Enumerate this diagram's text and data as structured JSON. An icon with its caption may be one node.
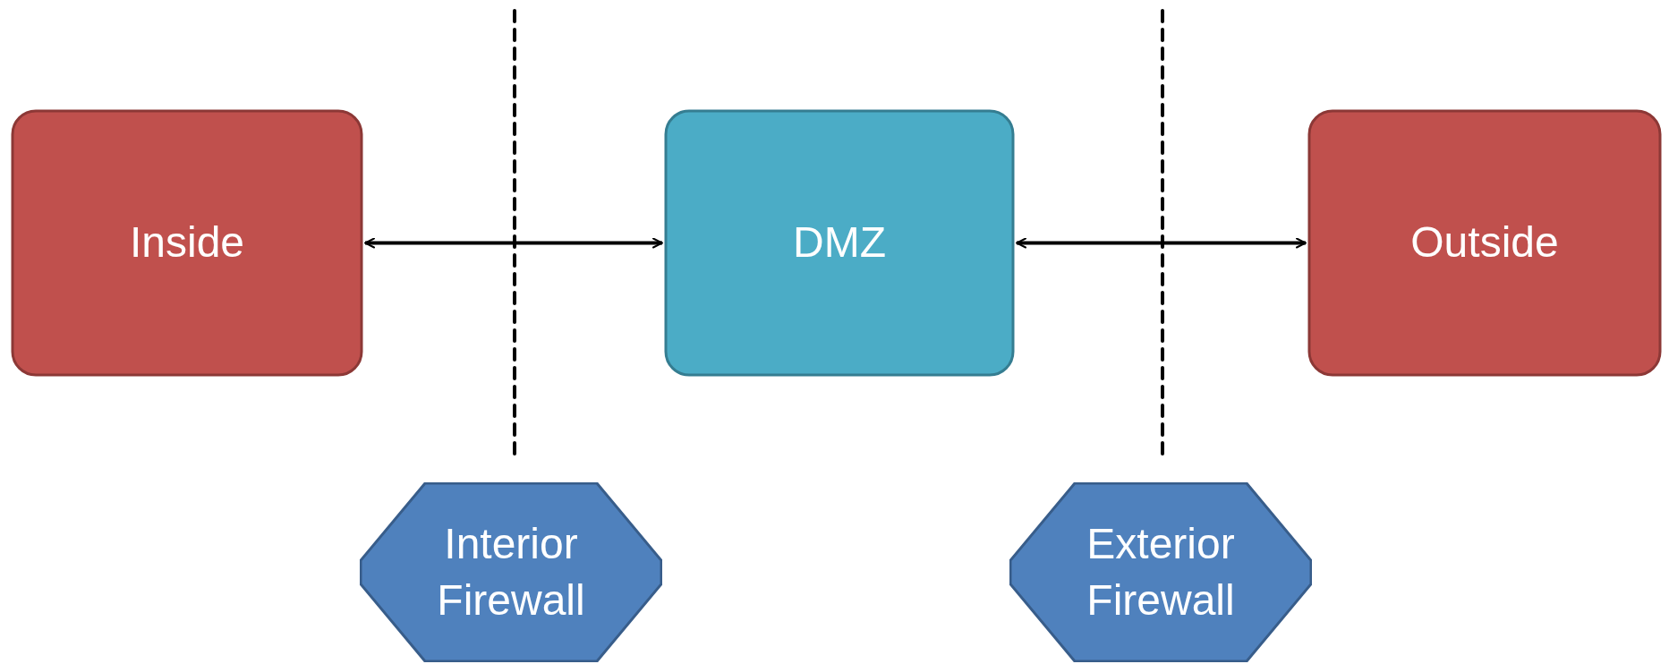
{
  "diagram": {
    "nodes": [
      {
        "text": [
          "Inside"
        ]
      },
      {
        "text": [
          "DMZ"
        ]
      },
      {
        "text": [
          "Outside"
        ]
      },
      {
        "text": [
          "Interior Firewall"
        ]
      },
      {
        "text": [
          "Exterior Firewall"
        ]
      }
    ],
    "edges": [
      {
        "from": 0,
        "to": 1,
        "arrow": "both"
      },
      {
        "from": 1,
        "to": 2,
        "arrow": "both"
      }
    ]
  }
}
